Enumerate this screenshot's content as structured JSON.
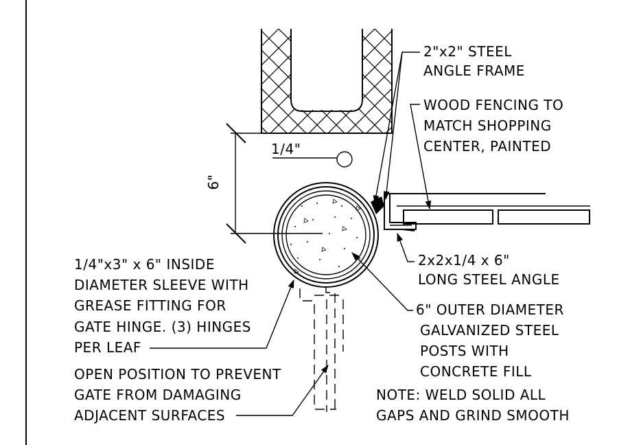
{
  "labels": {
    "angle_frame": [
      "2\"x2\" STEEL",
      "ANGLE FRAME"
    ],
    "wood_fencing": [
      "WOOD FENCING TO",
      "MATCH SHOPPING",
      "CENTER, PAINTED"
    ],
    "gap": "1/4\"",
    "post_dimension": "6\"",
    "sleeve": [
      "1/4\"x3\" x 6\" INSIDE",
      "DIAMETER SLEEVE WITH",
      "GREASE FITTING FOR",
      "GATE HINGE. (3) HINGES",
      "PER LEAF"
    ],
    "steel_angle": [
      "2x2x1/4 x 6\"",
      "LONG STEEL ANGLE"
    ],
    "post": [
      "6\" OUTER DIAMETER",
      "GALVANIZED STEEL",
      "POSTS WITH",
      "CONCRETE FILL"
    ],
    "open_position": [
      "OPEN POSITION TO PREVENT",
      "GATE FROM DAMAGING",
      "ADJACENT SURFACES"
    ],
    "note": [
      "NOTE: WELD SOLID ALL",
      "GAPS AND GRIND SMOOTH"
    ]
  }
}
